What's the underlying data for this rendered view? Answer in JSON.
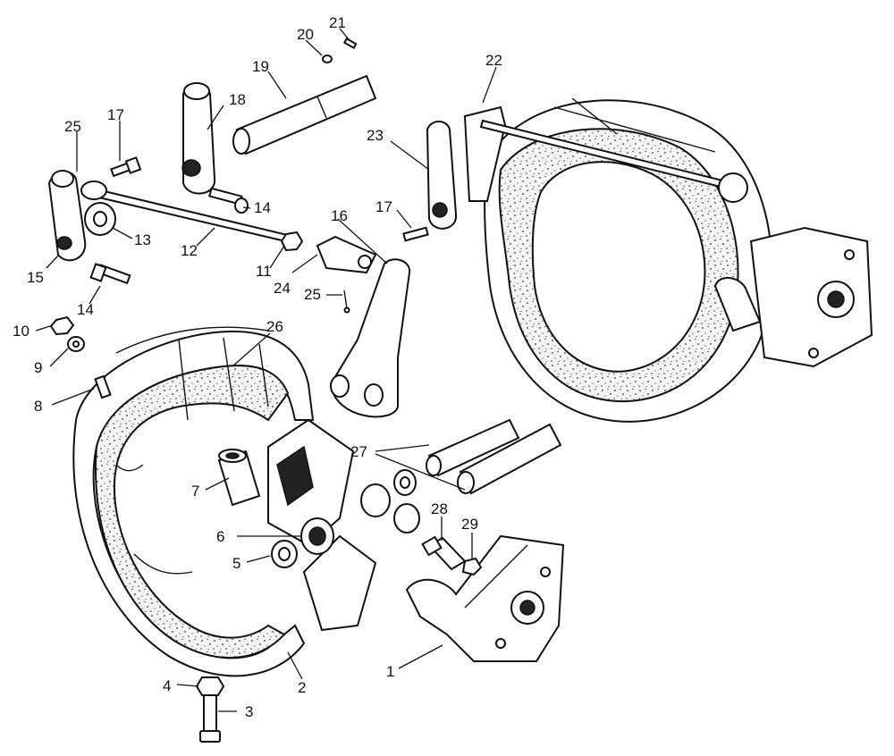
{
  "callouts": [
    {
      "id": "c1",
      "text": "1"
    },
    {
      "id": "c2",
      "text": "2"
    },
    {
      "id": "c3",
      "text": "3"
    },
    {
      "id": "c4",
      "text": "4"
    },
    {
      "id": "c5",
      "text": "5"
    },
    {
      "id": "c6",
      "text": "6"
    },
    {
      "id": "c7",
      "text": "7"
    },
    {
      "id": "c8",
      "text": "8"
    },
    {
      "id": "c9",
      "text": "9"
    },
    {
      "id": "c10",
      "text": "10"
    },
    {
      "id": "c11",
      "text": "11"
    },
    {
      "id": "c12",
      "text": "12"
    },
    {
      "id": "c13",
      "text": "13"
    },
    {
      "id": "c14a",
      "text": "14"
    },
    {
      "id": "c14b",
      "text": "14"
    },
    {
      "id": "c15",
      "text": "15"
    },
    {
      "id": "c16",
      "text": "16"
    },
    {
      "id": "c17a",
      "text": "17"
    },
    {
      "id": "c17b",
      "text": "17"
    },
    {
      "id": "c18",
      "text": "18"
    },
    {
      "id": "c19",
      "text": "19"
    },
    {
      "id": "c20",
      "text": "20"
    },
    {
      "id": "c21",
      "text": "21"
    },
    {
      "id": "c22",
      "text": "22"
    },
    {
      "id": "c23",
      "text": "23"
    },
    {
      "id": "c24",
      "text": "24"
    },
    {
      "id": "c25a",
      "text": "25"
    },
    {
      "id": "c25b",
      "text": "25"
    },
    {
      "id": "c26",
      "text": "26"
    },
    {
      "id": "c27",
      "text": "27"
    },
    {
      "id": "c28",
      "text": "28"
    },
    {
      "id": "c29",
      "text": "29"
    }
  ]
}
